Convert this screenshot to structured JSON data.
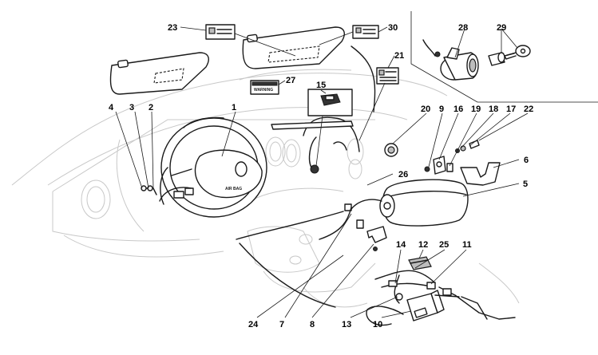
{
  "callouts": [
    {
      "n": "1"
    },
    {
      "n": "2"
    },
    {
      "n": "3"
    },
    {
      "n": "4"
    },
    {
      "n": "5"
    },
    {
      "n": "6"
    },
    {
      "n": "7"
    },
    {
      "n": "8"
    },
    {
      "n": "9"
    },
    {
      "n": "10"
    },
    {
      "n": "11"
    },
    {
      "n": "12"
    },
    {
      "n": "13"
    },
    {
      "n": "14"
    },
    {
      "n": "15"
    },
    {
      "n": "16"
    },
    {
      "n": "17"
    },
    {
      "n": "18"
    },
    {
      "n": "19"
    },
    {
      "n": "20"
    },
    {
      "n": "21"
    },
    {
      "n": "22"
    },
    {
      "n": "23"
    },
    {
      "n": "24"
    },
    {
      "n": "25"
    },
    {
      "n": "26"
    },
    {
      "n": "27"
    },
    {
      "n": "28"
    },
    {
      "n": "29"
    },
    {
      "n": "30"
    }
  ],
  "labels": {
    "airbag_text": "AIR BAG",
    "warning_text": "WARNING"
  }
}
